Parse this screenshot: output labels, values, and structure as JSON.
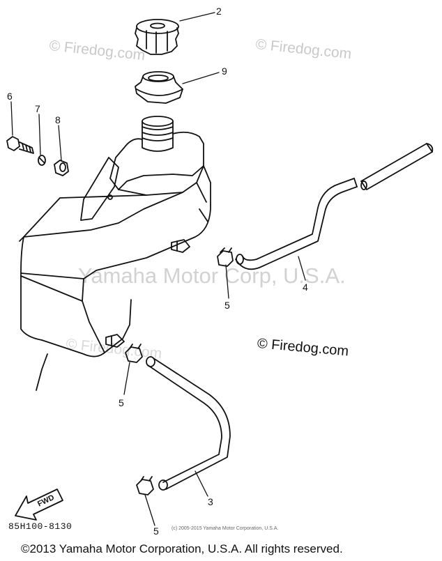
{
  "watermarks": {
    "main": "Yamaha Motor Corp, U.S.A.",
    "firedog_1": "© Firedog.com",
    "firedog_2": "© Firedog.com",
    "firedog_3": "© Firedog.com",
    "firedog_dark": "© Firedog.com"
  },
  "callouts": [
    {
      "label": "2"
    },
    {
      "label": "9"
    },
    {
      "label": "6"
    },
    {
      "label": "7"
    },
    {
      "label": "8"
    },
    {
      "label": "4"
    },
    {
      "label": "5"
    },
    {
      "label": "5"
    },
    {
      "label": "3"
    },
    {
      "label": "5"
    }
  ],
  "part_code": "85H100-8130",
  "fwd_label": "FWD",
  "small_credit": "(c) 2005-2015 Yamaha Motor Corporation, U.S.A.",
  "copyright": "©2013 Yamaha Motor Corporation, U.S.A. All rights reserved."
}
